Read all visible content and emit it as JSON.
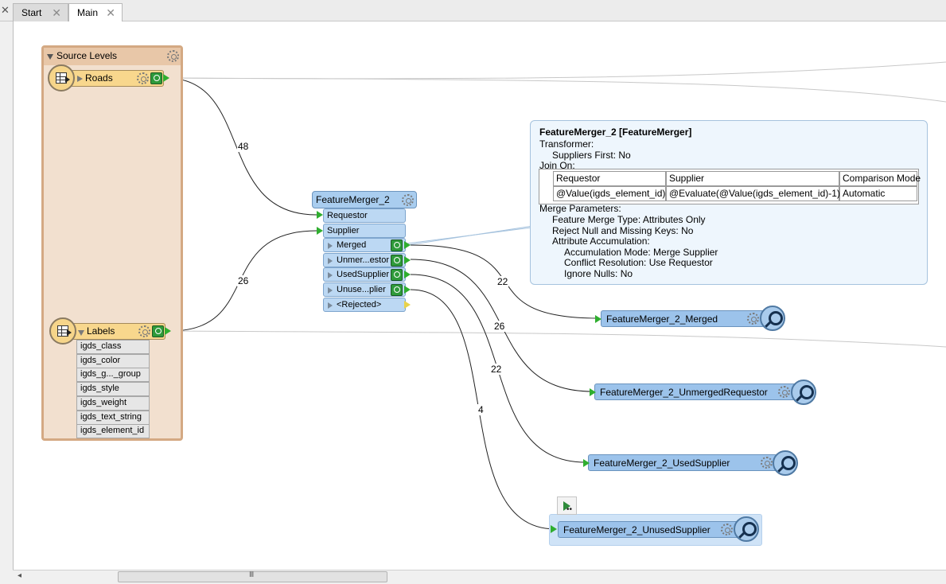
{
  "tabs": [
    {
      "label": "Start",
      "close": "✕"
    },
    {
      "label": "Main",
      "close": "✕"
    }
  ],
  "window_close": "✕",
  "bookmark": {
    "title": "Source Levels"
  },
  "readers": {
    "roads": {
      "label": "Roads"
    },
    "labels": {
      "label": "Labels",
      "attributes": [
        "igds_class",
        "igds_color",
        "igds_g..._group",
        "igds_style",
        "igds_weight",
        "igds_text_string",
        "igds_element_id"
      ]
    }
  },
  "transformer": {
    "name": "FeatureMerger_2",
    "inputs": [
      "Requestor",
      "Supplier"
    ],
    "outputs": [
      "Merged",
      "Unmer...estor",
      "UsedSupplier",
      "Unuse...plier",
      "<Rejected>"
    ]
  },
  "counts": {
    "roads_to_requestor": "48",
    "labels_to_supplier": "26",
    "merged": "22",
    "unmerged_requestor": "26",
    "used_supplier": "22",
    "unused_supplier": "4"
  },
  "inspectors": [
    "FeatureMerger_2_Merged",
    "FeatureMerger_2_UnmergedRequestor",
    "FeatureMerger_2_UsedSupplier",
    "FeatureMerger_2_UnusedSupplier"
  ],
  "tooltip": {
    "title": "FeatureMerger_2 [FeatureMerger]",
    "transformer_label": "Transformer:",
    "suppliers_first": "Suppliers First: No",
    "join_on": "Join On:",
    "table_headers": [
      "Requestor",
      "Supplier",
      "Comparison Mode"
    ],
    "table_row": [
      "@Value(igds_element_id)",
      "@Evaluate(@Value(igds_element_id)-1)",
      "Automatic"
    ],
    "merge_params": "Merge Parameters:",
    "feature_merge_type": "Feature Merge Type: Attributes Only",
    "reject_null": "Reject Null and Missing Keys: No",
    "attr_accum": "Attribute Accumulation:",
    "accum_mode": "Accumulation Mode: Merge Supplier",
    "conflict": "Conflict Resolution: Use Requestor",
    "ignore_nulls": "Ignore Nulls: No"
  },
  "scrollbar": {
    "grip": "III",
    "left_arrow": "◂"
  }
}
